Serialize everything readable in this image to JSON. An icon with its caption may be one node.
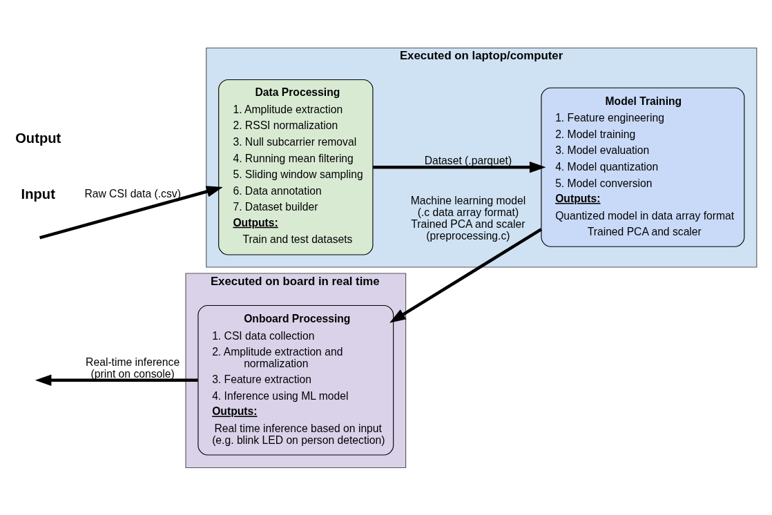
{
  "diagram": {
    "nodes": [
      {
        "text": [
          "Executed on laptop/computer"
        ]
      },
      {
        "text": [
          "Data Processing",
          "1. Amplitude extraction",
          "2. RSSI normalization",
          "3. Null subcarrier removal",
          "4. Running mean filtering",
          "5. Sliding window sampling",
          "6. Data annotation",
          "7. Dataset builder",
          "Outputs:",
          "Train and test datasets"
        ],
        "in": 0
      },
      {
        "text": [
          "Model Training",
          "1. Feature engineering",
          "2. Model training",
          "3. Model evaluation",
          "4. Model quantization",
          "5. Model conversion",
          "Outputs:",
          "Quantized model in data array format",
          "Trained PCA and scaler"
        ],
        "in": 0
      },
      {
        "text": [
          "Executed on board in real time"
        ]
      },
      {
        "text": [
          "Onboard Processing",
          "1. CSI data collection",
          "2. Amplitude extraction and normalization",
          "3. Feature extraction",
          "4. Inference using ML model",
          "Outputs:",
          "Real time inference based on input (e.g. blink LED on person detection)"
        ],
        "in": 3
      }
    ],
    "edges": [
      {
        "from": null,
        "to": 1,
        "arrow": "to",
        "label": "Raw CSI data (.csv)"
      },
      {
        "from": 1,
        "to": 2,
        "arrow": "to",
        "label": "Dataset (.parquet)"
      },
      {
        "from": 2,
        "to": 4,
        "arrow": "to",
        "label": "Machine learning model (.c data array format) Trained PCA and scaler (preprocessing.c)"
      },
      {
        "from": 4,
        "to": null,
        "arrow": "to",
        "label": "Real-time inference (print on console)"
      }
    ],
    "labels": [
      "Input",
      "Output"
    ]
  }
}
